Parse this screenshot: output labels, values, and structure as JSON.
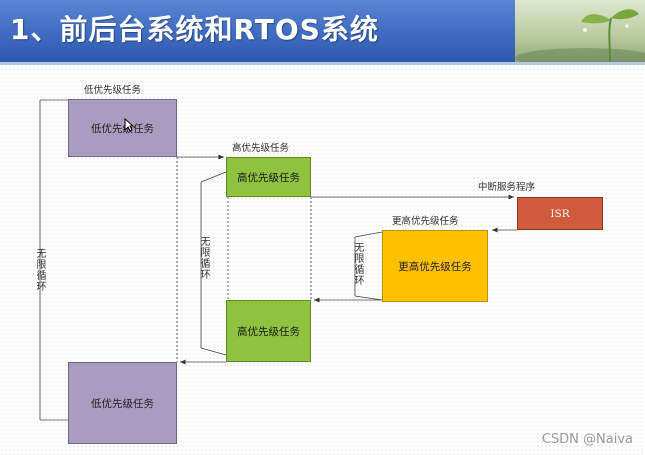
{
  "header": {
    "title": "1、前后台系统和RTOS系统"
  },
  "diagram": {
    "labels": {
      "low_task_top": "低优先级任务",
      "high_task_top": "高优先级任务",
      "isr_routine": "中断服务程序",
      "higher_task_top": "更高优先级任务",
      "infinite_loop_outer": "无限循环",
      "infinite_loop_middle": "无限循环",
      "infinite_loop_inner": "无限循环"
    },
    "boxes": {
      "low_task_1": "低优先级任务",
      "high_task_1": "高优先级任务",
      "isr": "ISR",
      "higher_task": "更高优先级任务",
      "high_task_2": "高优先级任务",
      "low_task_2": "低优先级任务"
    },
    "colors": {
      "low_priority": "#a89dc0",
      "high_priority": "#8fc23f",
      "higher_priority": "#ffc000",
      "isr": "#cf5a3e"
    }
  },
  "watermark": "CSDN @Naiva"
}
